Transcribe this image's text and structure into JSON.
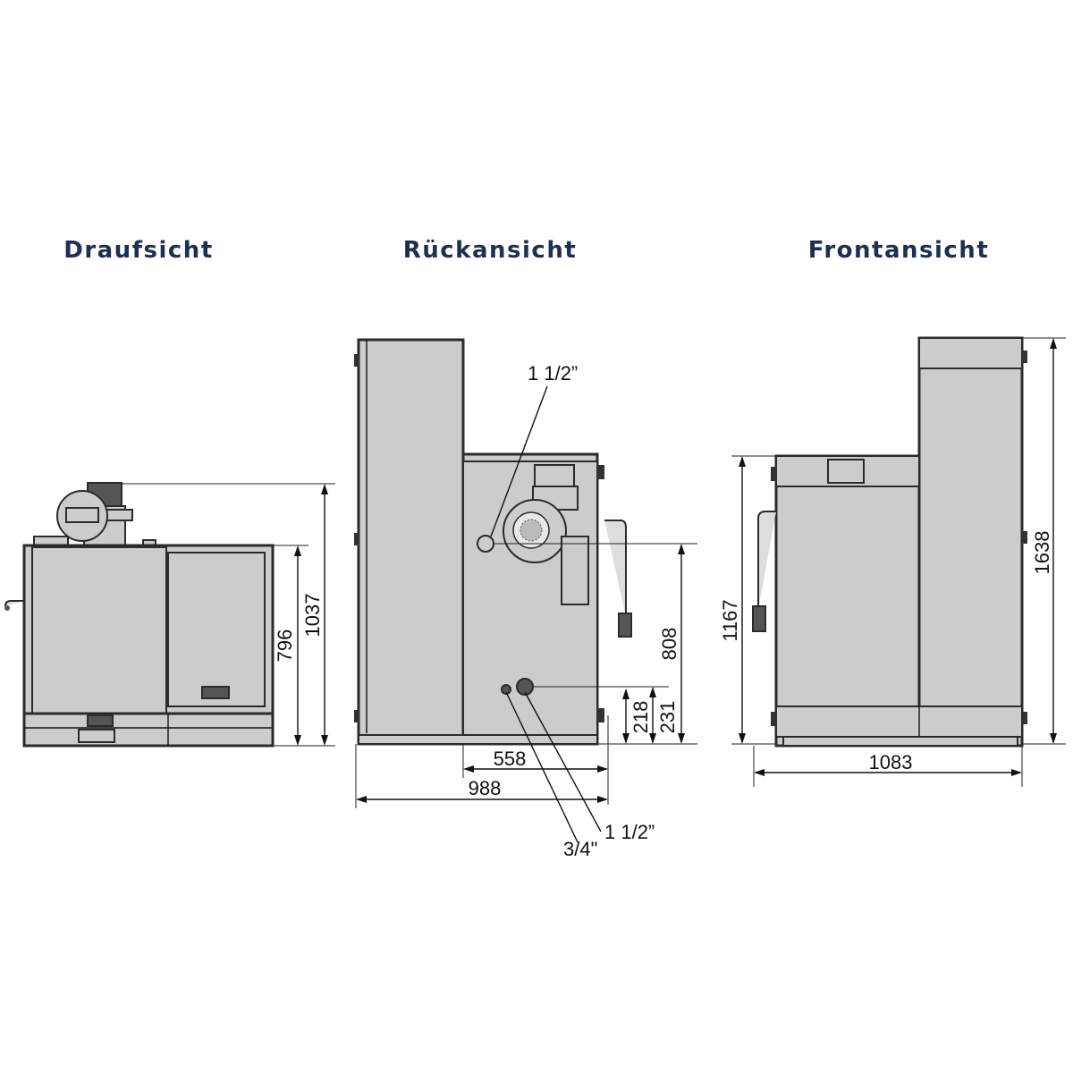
{
  "views": {
    "top": {
      "title": "Draufsicht",
      "dim_height_1": "796",
      "dim_height_2": "1037"
    },
    "rear": {
      "title": "Rückansicht",
      "label_pipe_top": "1 1/2”",
      "label_pipe_bottom_right": "1 1/2”",
      "label_pipe_bottom_left": "3/4\"",
      "dim_height_connection": "808",
      "dim_height_low_1": "218",
      "dim_height_low_2": "231",
      "dim_width_part": "558",
      "dim_width_total": "988"
    },
    "front": {
      "title": "Frontansicht",
      "dim_height_low": "1167",
      "dim_height_total": "1638",
      "dim_width_total": "1083"
    }
  },
  "colors": {
    "title": "#1e2f52",
    "body_fill": "#cccccc",
    "outline": "#2b2b2b"
  }
}
